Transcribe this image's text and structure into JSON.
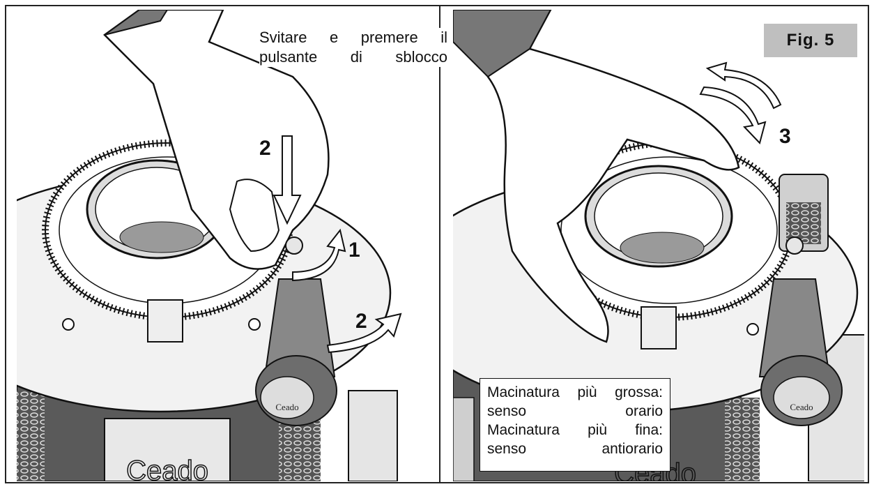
{
  "left_panel": {
    "caption_line1": "Svitare e premere il",
    "caption_line2": "pulsante di sblocco",
    "steps": [
      "2",
      "1",
      "2"
    ],
    "brand_knob": "Ceado",
    "brand_body": "Ceado"
  },
  "right_panel": {
    "figure_label": "Fig. 5",
    "step": "3",
    "note_line1": "Macinatura più grossa:",
    "note_line2": "senso orario",
    "note_line3": "Macinatura più fina:",
    "note_line4": "senso antiorario",
    "brand_knob": "Ceado",
    "brand_body": "Ceado"
  }
}
